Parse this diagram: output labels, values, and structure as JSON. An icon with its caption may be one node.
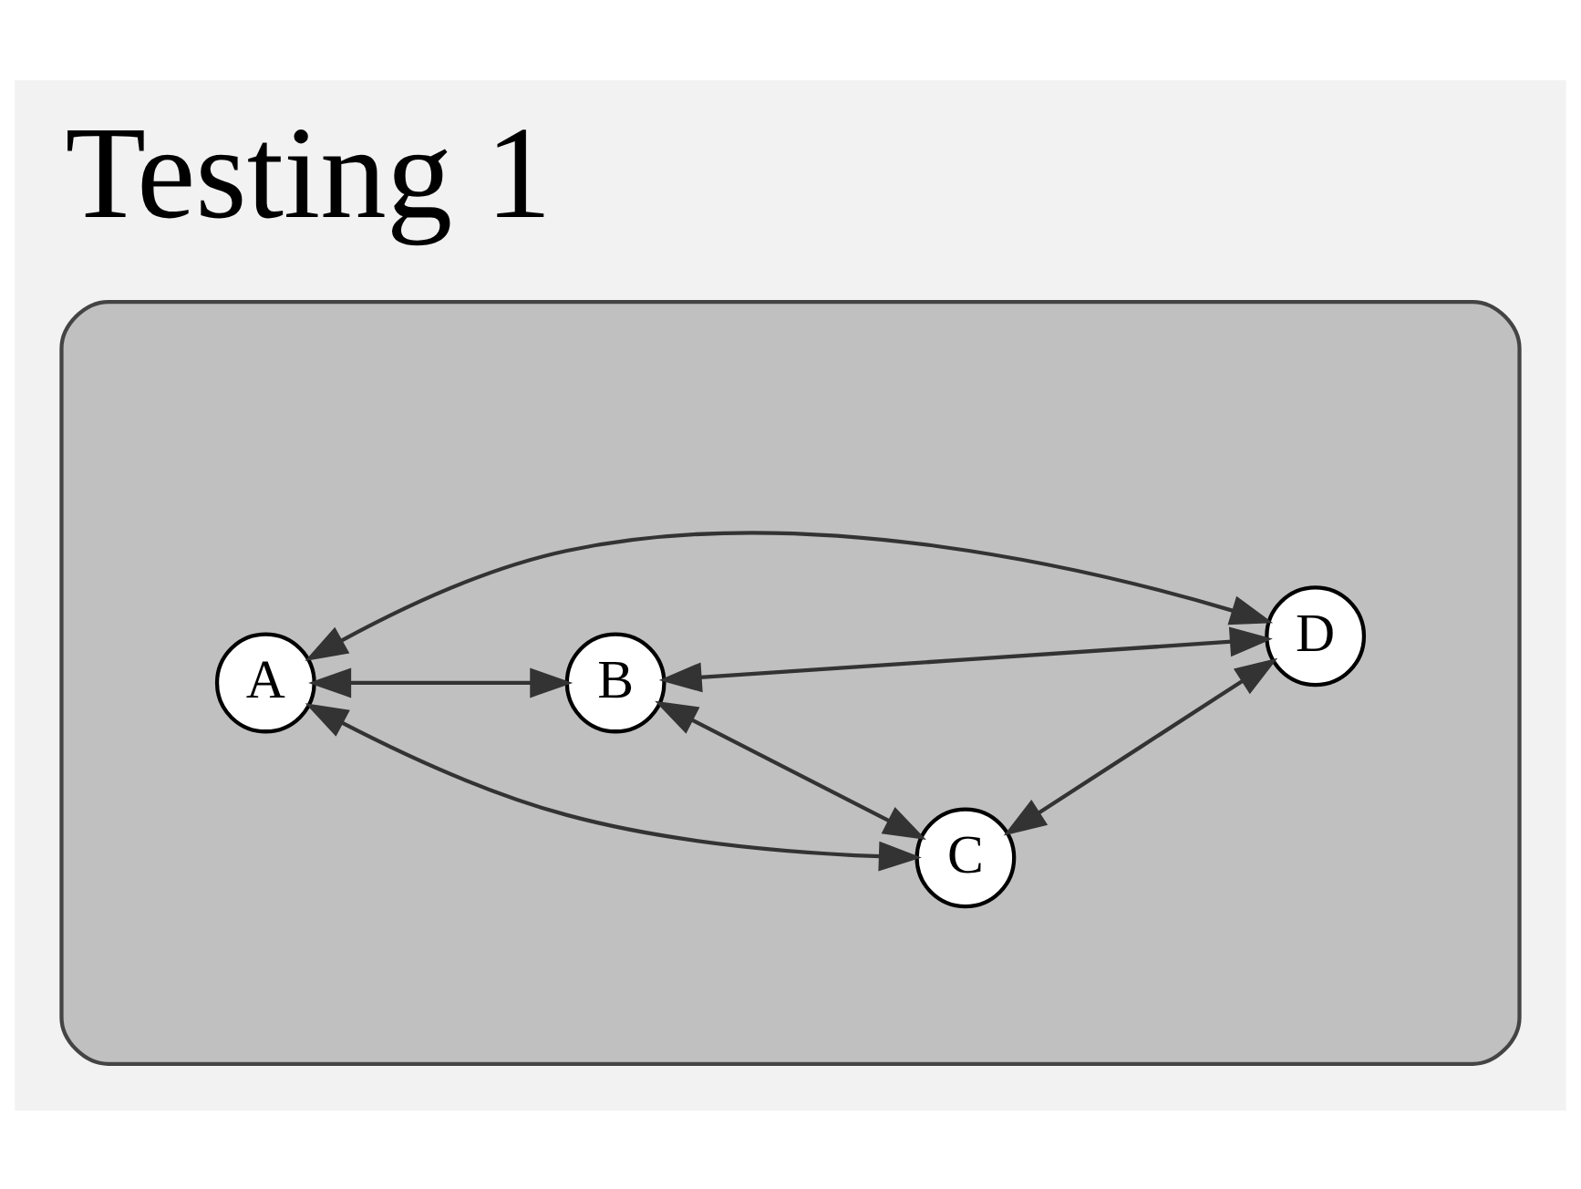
{
  "diagram": {
    "title": "Testing 1",
    "nodes": [
      {
        "text": [],
        "shape": "ellipse"
      },
      {
        "text": [
          "A"
        ],
        "in": 0
      },
      {
        "text": [
          "C"
        ],
        "in": 0
      },
      {
        "text": [
          "B"
        ],
        "in": 0
      },
      {
        "text": [
          "D"
        ],
        "in": 0
      }
    ],
    "edges": [
      {
        "from": 1,
        "to": 2,
        "arrow": "both"
      },
      {
        "from": 1,
        "to": 3,
        "arrow": "both"
      },
      {
        "from": 1,
        "to": 4,
        "arrow": "both"
      },
      {
        "from": 3,
        "to": 2,
        "arrow": "both"
      },
      {
        "from": 3,
        "to": 4,
        "arrow": "both"
      },
      {
        "from": 2,
        "to": 4,
        "arrow": "both"
      }
    ]
  }
}
